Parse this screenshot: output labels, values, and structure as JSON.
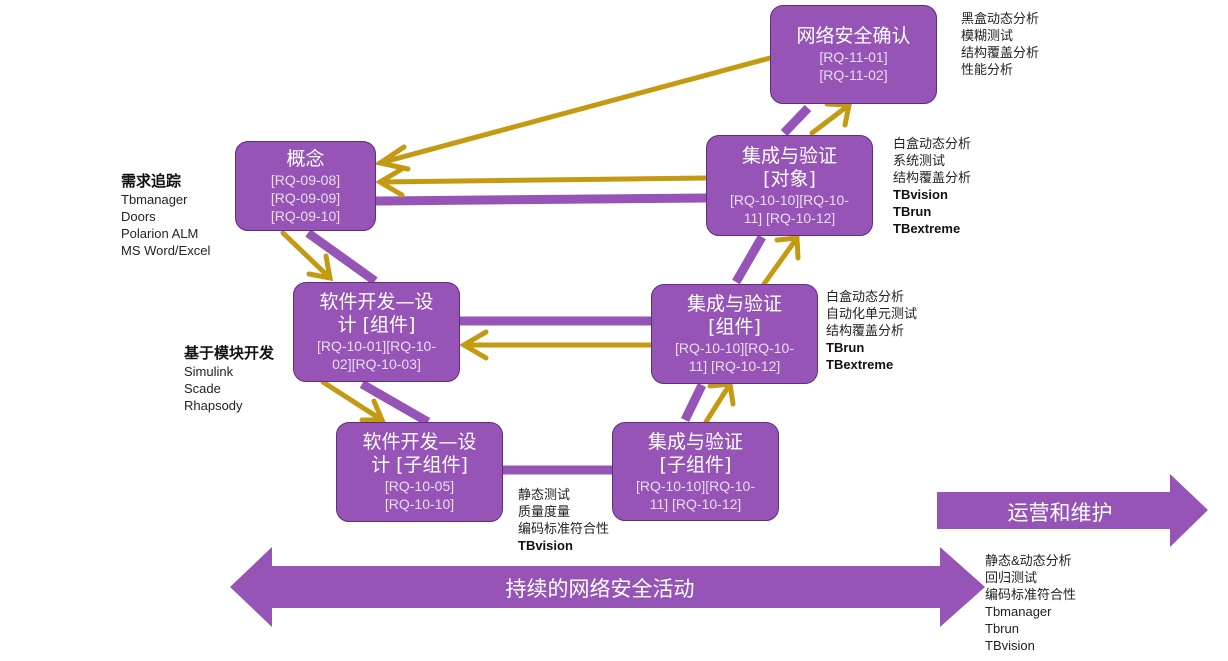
{
  "boxes": {
    "cyber_confirm": {
      "title": "网络安全确认",
      "refs": [
        "[RQ-11-01]",
        "[RQ-11-02]"
      ]
    },
    "concept": {
      "title": "概念",
      "refs": [
        "[RQ-09-08]",
        "[RQ-09-09]",
        "[RQ-09-10]"
      ]
    },
    "sw_dev_component": {
      "title_line1": "软件开发—设",
      "title_line2": "计 [组件]",
      "refs": [
        "[RQ-10-01][RQ-10-",
        "02][RQ-10-03]"
      ]
    },
    "sw_dev_subcomponent": {
      "title_line1": "软件开发—设",
      "title_line2": "计 [子组件]",
      "refs": [
        "[RQ-10-05]",
        "[RQ-10-10]"
      ]
    },
    "integ_object": {
      "title_line1": "集成与验证",
      "title_line2": "[对象]",
      "refs": [
        "[RQ-10-10][RQ-10-",
        "11] [RQ-10-12]"
      ]
    },
    "integ_component": {
      "title_line1": "集成与验证",
      "title_line2": "[组件]",
      "refs": [
        "[RQ-10-10][RQ-10-",
        "11] [RQ-10-12]"
      ]
    },
    "integ_subcomponent": {
      "title_line1": "集成与验证",
      "title_line2": "[子组件]",
      "refs": [
        "[RQ-10-10][RQ-10-",
        "11] [RQ-10-12]"
      ]
    }
  },
  "notes": {
    "cyber_confirm": [
      "黑盒动态分析",
      "模糊测试",
      "结构覆盖分析",
      "性能分析"
    ],
    "integ_object": {
      "plain": [
        "白盒动态分析",
        "系统测试",
        "结构覆盖分析"
      ],
      "bold": [
        "TBvision",
        "TBrun",
        "TBextreme"
      ]
    },
    "integ_component": {
      "plain": [
        "白盒动态分析",
        "自动化单元测试",
        "结构覆盖分析"
      ],
      "bold": [
        "TBrun",
        "TBextreme"
      ]
    },
    "requirements": {
      "heading": "需求追踪",
      "items": [
        "Tbmanager",
        "Doors",
        "Polarion ALM",
        "MS Word/Excel"
      ]
    },
    "model_based": {
      "heading": "基于模块开发",
      "items": [
        "Simulink",
        "Scade",
        "Rhapsody"
      ]
    },
    "static": {
      "plain": [
        "静态测试",
        "质量度量",
        "编码标准符合性"
      ],
      "bold": [
        "TBvision"
      ]
    },
    "ops": [
      "静态&动态分析",
      "回归测试",
      "编码标准符合性",
      "Tbmanager",
      "Tbrun",
      "TBvision"
    ]
  },
  "arrows": {
    "continuous": "持续的网络安全活动",
    "operations": "运营和维护"
  },
  "colors": {
    "box": "#9654b6",
    "gold": "#c49a12",
    "purple_line": "#9654b6"
  }
}
